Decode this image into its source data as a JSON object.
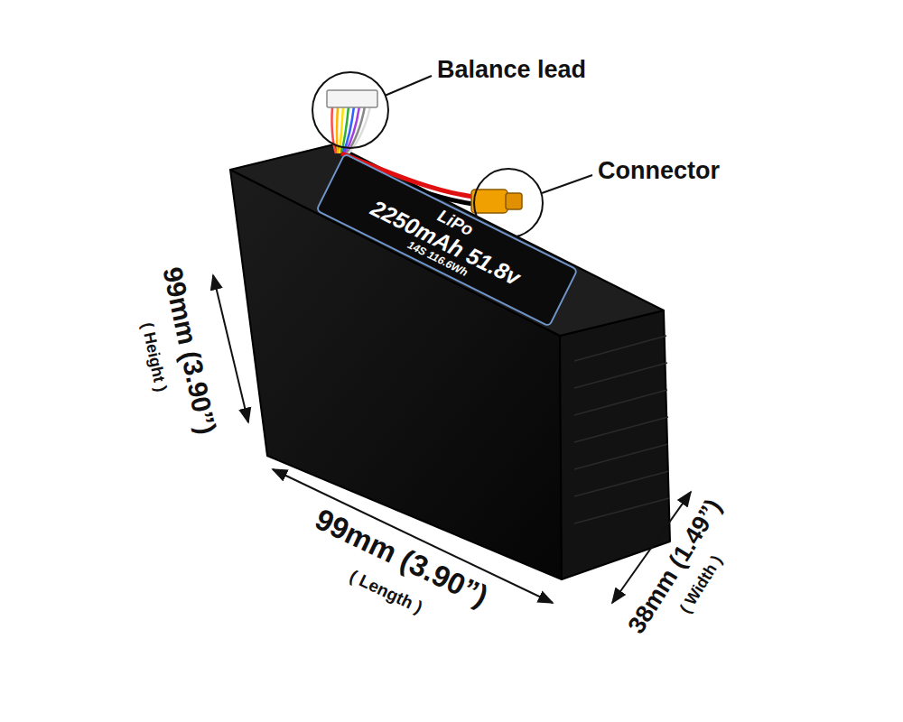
{
  "diagram": {
    "nodes": [
      {
        "text": [
          "LiPo",
          "2250mAh 51.8v",
          "14S 116.6Wh"
        ]
      }
    ],
    "labels": [
      "Balance lead",
      "Connector",
      "99mm (3.90”)",
      "( Height )",
      "99mm (3.90”)",
      "( Length )",
      "38mm (1.49”)",
      "( Width )"
    ]
  }
}
